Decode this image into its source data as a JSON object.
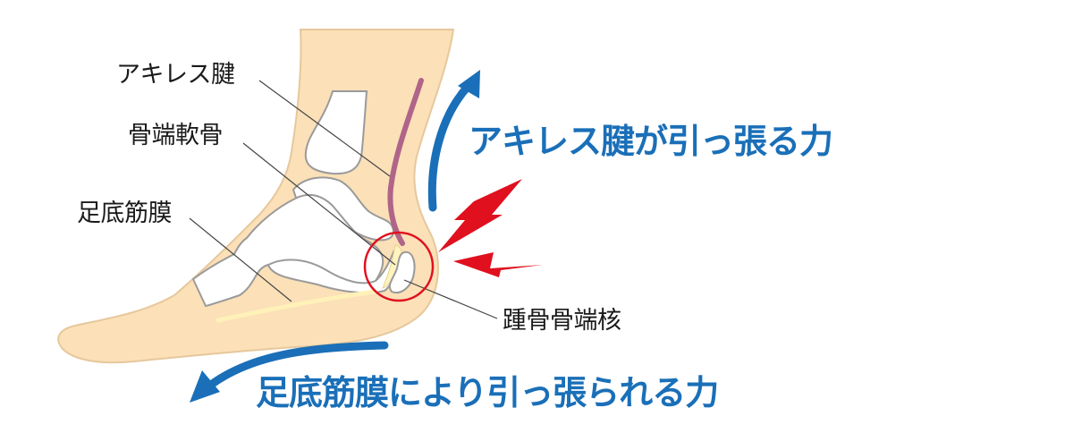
{
  "colors": {
    "skin": "#fbe0b8",
    "skin_outline": "#e6c89c",
    "bone": "#ffffff",
    "bone_outline": "#9a9a9a",
    "achilles_tendon": "#b06488",
    "cartilage": "#fff4c0",
    "plantar_fascia": "#fff1b8",
    "arrow_blue": "#1a6fb8",
    "highlight_red": "#e0101e",
    "leader_line": "#444444"
  },
  "labels": {
    "achilles_tendon": "アキレス腱",
    "epiphyseal_cartilage": "骨端軟骨",
    "plantar_fascia": "足底筋膜",
    "calcaneal_apophysis": "踵骨骨端核"
  },
  "forces": {
    "achilles_pull": "アキレス腱が引っ張る力",
    "plantar_pull": "足底筋膜により引っ張られる力"
  },
  "icons": {
    "pain": "lightning-bolt",
    "focus": "red-circle",
    "direction": "curved-arrow"
  }
}
